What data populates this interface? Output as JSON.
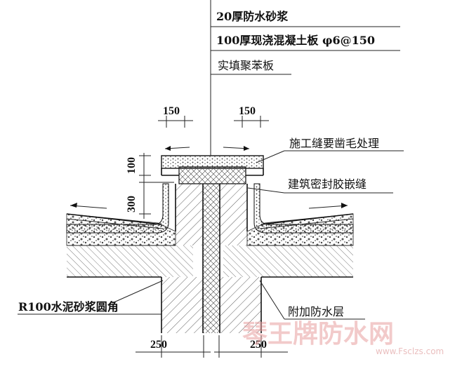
{
  "layers": {
    "l1": "20厚防水砂浆",
    "l2": "100厚现浇混凝土板 φ6@150",
    "l3": "实填聚苯板"
  },
  "callouts": {
    "c1": "施工缝要凿毛处理",
    "c2": "建筑密封胶嵌缝",
    "c3": "R100水泥砂浆圆角",
    "c4": "附加防水层"
  },
  "dimensions": {
    "top_left": "150",
    "top_right": "150",
    "height_top": "100",
    "height_curb": "300",
    "bottom_left": "250",
    "bottom_right": "250"
  },
  "watermark": {
    "brand": "琴王牌防水网",
    "url": "www.Fsclzs.com"
  },
  "colors": {
    "line": "#222222",
    "watermark": "#e8a0a0"
  }
}
